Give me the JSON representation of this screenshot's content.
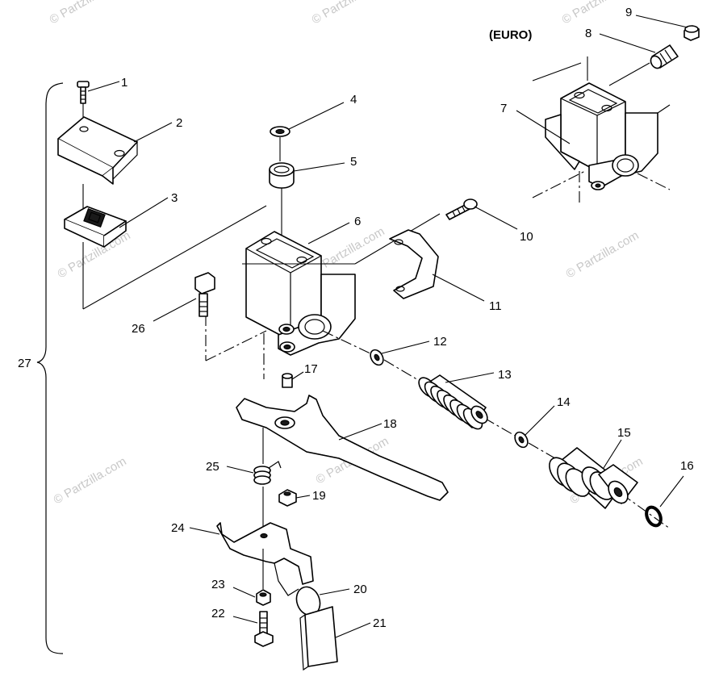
{
  "watermark": "© Partzilla.com",
  "variant_label": "(EURO)",
  "callouts": [
    {
      "id": "1",
      "part": "screw"
    },
    {
      "id": "2",
      "part": "reservoir cover"
    },
    {
      "id": "3",
      "part": "diaphragm"
    },
    {
      "id": "4",
      "part": "washer"
    },
    {
      "id": "5",
      "part": "bushing"
    },
    {
      "id": "6",
      "part": "master cylinder body"
    },
    {
      "id": "7",
      "part": "master cylinder body (euro)"
    },
    {
      "id": "8",
      "part": "switch"
    },
    {
      "id": "9",
      "part": "cap"
    },
    {
      "id": "10",
      "part": "screw"
    },
    {
      "id": "11",
      "part": "clamp"
    },
    {
      "id": "12",
      "part": "washer"
    },
    {
      "id": "13",
      "part": "boot"
    },
    {
      "id": "14",
      "part": "washer"
    },
    {
      "id": "15",
      "part": "piston"
    },
    {
      "id": "16",
      "part": "snap ring"
    },
    {
      "id": "17",
      "part": "bushing"
    },
    {
      "id": "18",
      "part": "lever"
    },
    {
      "id": "19",
      "part": "nut"
    },
    {
      "id": "20",
      "part": "ring"
    },
    {
      "id": "21",
      "part": "tag"
    },
    {
      "id": "22",
      "part": "bolt"
    },
    {
      "id": "23",
      "part": "nut"
    },
    {
      "id": "24",
      "part": "bracket"
    },
    {
      "id": "25",
      "part": "spring"
    },
    {
      "id": "26",
      "part": "pivot bolt"
    },
    {
      "id": "27",
      "part": "assembly"
    }
  ]
}
